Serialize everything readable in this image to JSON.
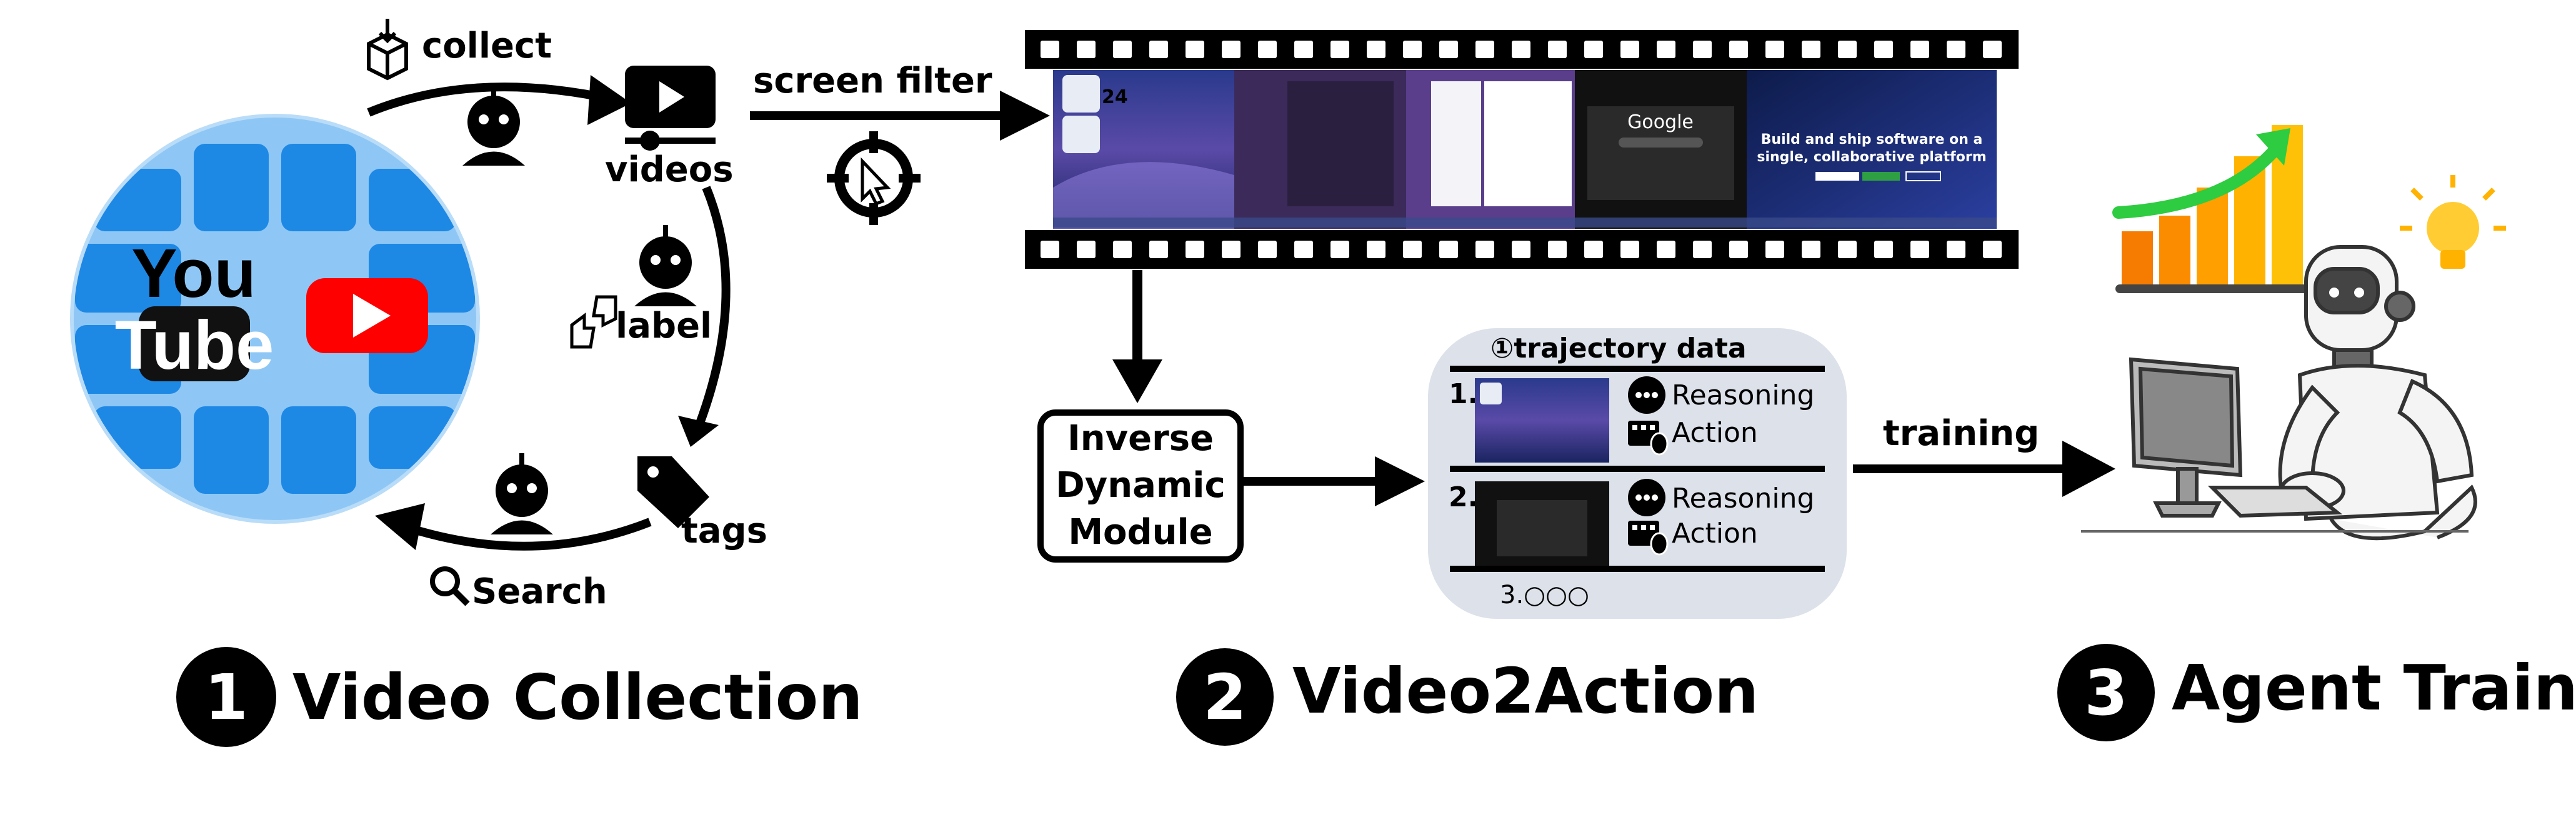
{
  "colors": {
    "globe_light": "#8ec7f5",
    "globe_dark": "#1e88e5",
    "youtube_red": "#ff0000",
    "film_black": "#000000",
    "screen_blue": "#1a2a6c",
    "screen_purple": "#6b3fa0",
    "chart_orange": "#f57c00",
    "chart_yellow": "#ffc107",
    "arrow_green": "#2ecc40",
    "bulb_yellow": "#ffcc33",
    "panel_gray": "#dde1ea"
  },
  "section1": {
    "youtube_top": "You",
    "youtube_bottom": "Tube",
    "collect_label": "collect",
    "videos_label": "videos",
    "label_label": "label",
    "tags_label": "tags",
    "search_label": "Search",
    "number": "1",
    "title": "Video Collection"
  },
  "section2": {
    "screen_filter_label": "screen filter",
    "screens": {
      "date_number": "24",
      "google_text": "Google",
      "github_line1": "Build and ship software on a",
      "github_line2": "single, collaborative platform"
    },
    "idm_line1": "Inverse",
    "idm_line2": "Dynamic",
    "idm_line3": "Module",
    "trajectory_title": "①trajectory data",
    "steps": [
      {
        "num": "1.",
        "reasoning": "Reasoning",
        "action": "Action"
      },
      {
        "num": "2.",
        "reasoning": "Reasoning",
        "action": "Action"
      }
    ],
    "step3": "3.○○○",
    "training_label": "training",
    "number": "2",
    "title": "Video2Action"
  },
  "section3": {
    "number": "3",
    "title": "Agent Traing"
  }
}
